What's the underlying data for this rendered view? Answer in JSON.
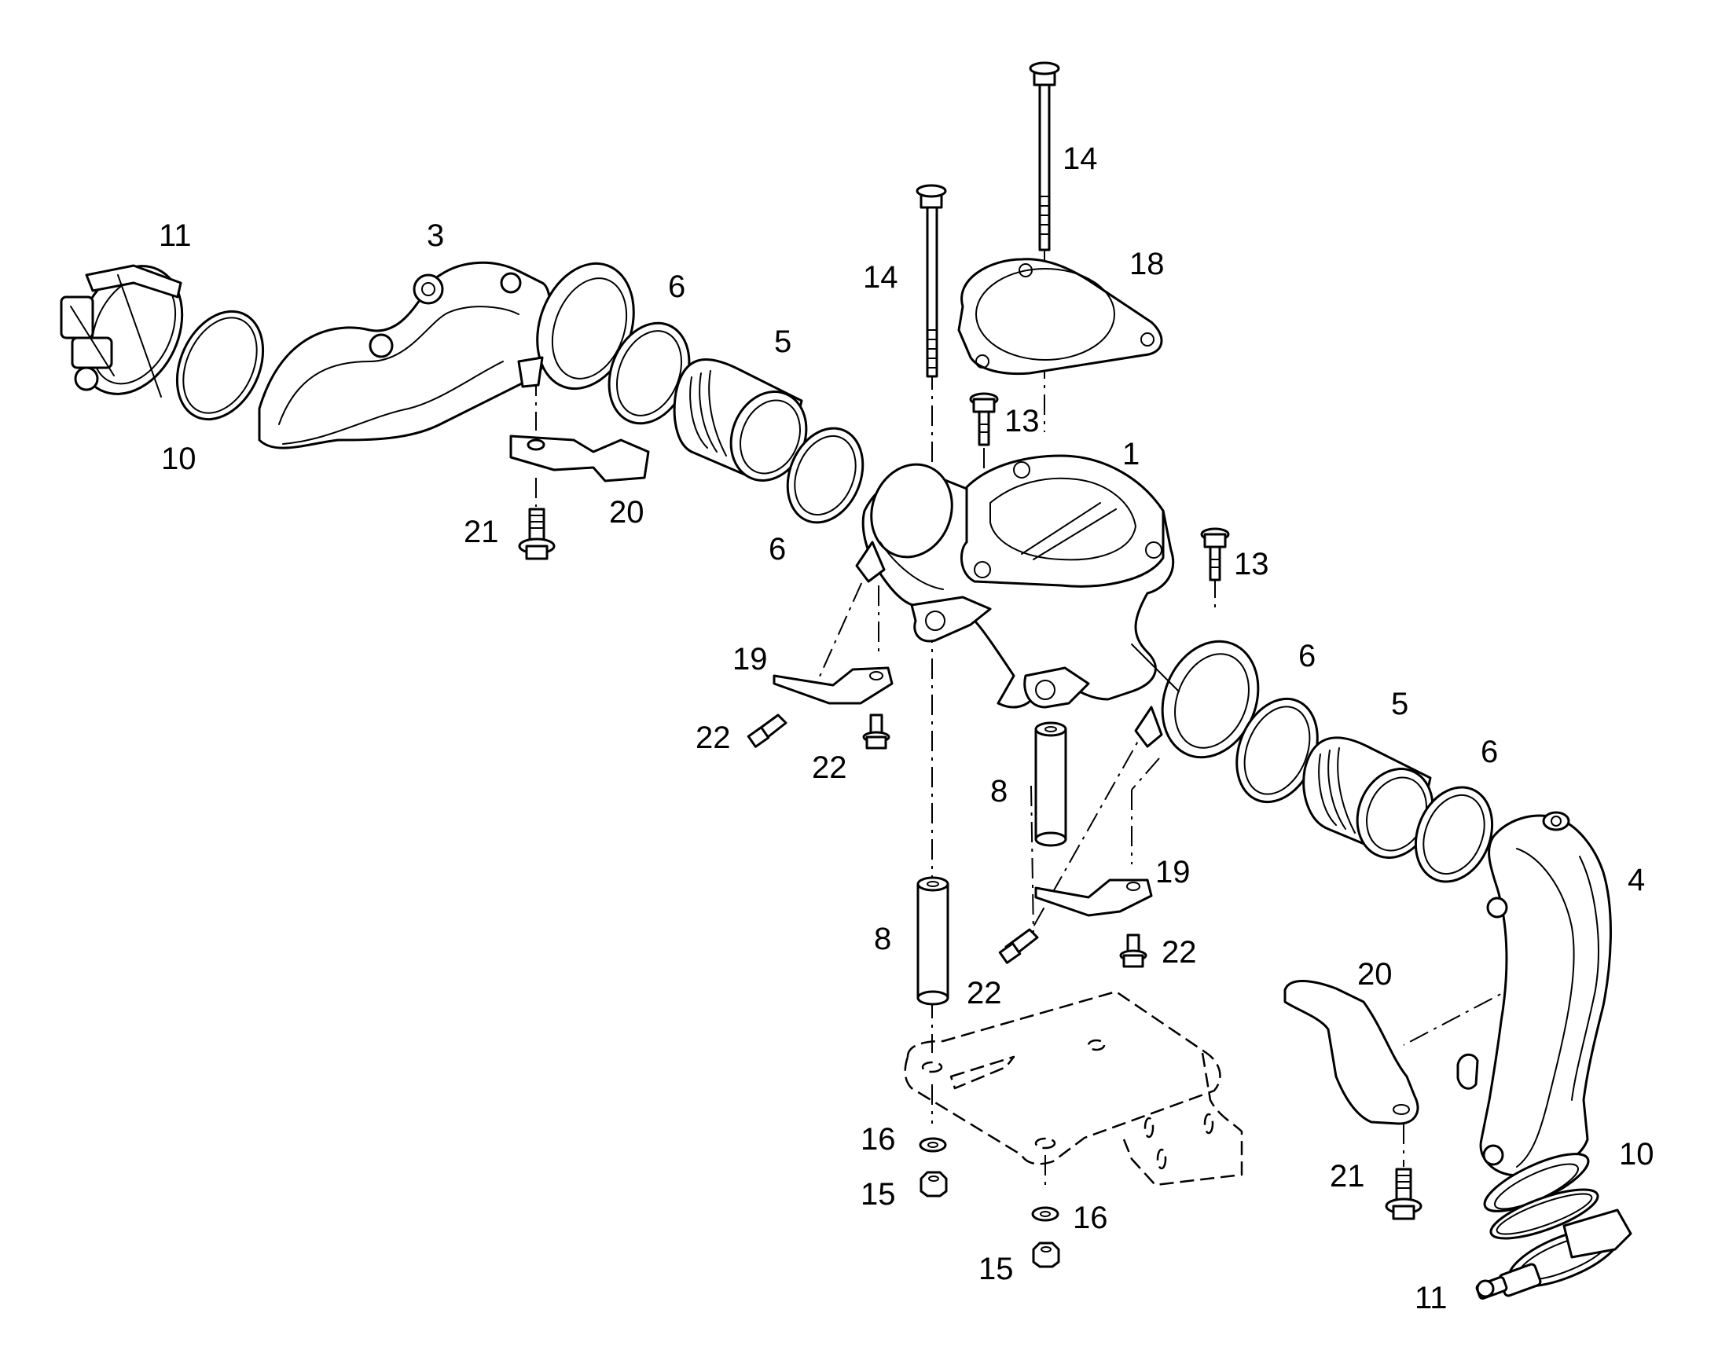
{
  "callouts": {
    "c1": "1",
    "c3": "3",
    "c4": "4",
    "c5a": "5",
    "c5b": "5",
    "c6a": "6",
    "c6b": "6",
    "c6c": "6",
    "c6d": "6",
    "c8a": "8",
    "c8b": "8",
    "c10a": "10",
    "c10b": "10",
    "c11a": "11",
    "c11b": "11",
    "c13a": "13",
    "c13b": "13",
    "c14a": "14",
    "c14b": "14",
    "c15a": "15",
    "c15b": "15",
    "c16a": "16",
    "c16b": "16",
    "c18": "18",
    "c19a": "19",
    "c19b": "19",
    "c20a": "20",
    "c20b": "20",
    "c21a": "21",
    "c21b": "21",
    "c22a": "22",
    "c22b": "22",
    "c22c": "22",
    "c22d": "22"
  },
  "colors": {
    "line": "#000000",
    "background": "#ffffff"
  }
}
